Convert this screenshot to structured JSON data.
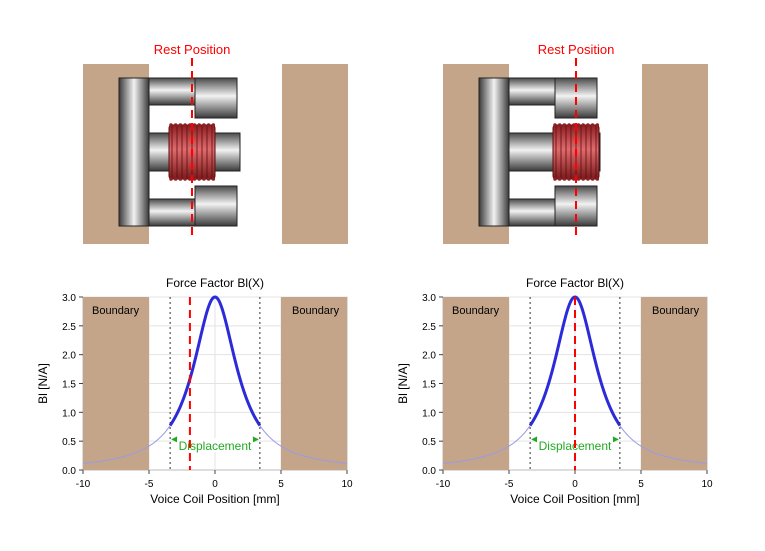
{
  "colors": {
    "boundary": "#c4a58a",
    "rest_line": "#ff0000",
    "curve": "#2b2bd9",
    "curve_tail": "#9a9ae6",
    "coil": "#c0373a",
    "displacement": "#22aa22"
  },
  "panels": [
    {
      "diagram": {
        "rest_label": "Rest Position"
      },
      "chart_data": {
        "type": "line",
        "title": "Force Factor Bl(X)",
        "xlabel": "Voice Coil Position  [mm]",
        "ylabel": "Bl [N/A]",
        "xlim": [
          -10,
          10
        ],
        "ylim": [
          0,
          3
        ],
        "xticks": [
          "-10",
          "-5",
          "0",
          "5",
          "10"
        ],
        "yticks": [
          "0.0",
          "0.5",
          "1.0",
          "1.5",
          "2.0",
          "2.5",
          "3.0"
        ],
        "curve": {
          "peak": 3.0,
          "peak_x": 0,
          "halfwidth": 2.0
        },
        "boundary_left": [
          -10,
          -5
        ],
        "boundary_right": [
          5,
          10
        ],
        "boundary_labels": [
          "Boundary",
          "Boundary"
        ],
        "rest_position_x": -1.9,
        "displacement_limits": [
          -3.4,
          3.4
        ],
        "displacement_label": "Displacement",
        "grid": true
      }
    },
    {
      "diagram": {
        "rest_label": "Rest Position"
      },
      "chart_data": {
        "type": "line",
        "title": "Force Factor Bl(X)",
        "xlabel": "Voice Coil Position  [mm]",
        "ylabel": "Bl [N/A]",
        "xlim": [
          -10,
          10
        ],
        "ylim": [
          0,
          3
        ],
        "xticks": [
          "-10",
          "-5",
          "0",
          "5",
          "10"
        ],
        "yticks": [
          "0.0",
          "0.5",
          "1.0",
          "1.5",
          "2.0",
          "2.5",
          "3.0"
        ],
        "curve": {
          "peak": 3.0,
          "peak_x": 0,
          "halfwidth": 2.0
        },
        "boundary_left": [
          -10,
          -5
        ],
        "boundary_right": [
          5,
          10
        ],
        "boundary_labels": [
          "Boundary",
          "Boundary"
        ],
        "rest_position_x": 0,
        "displacement_limits": [
          -3.4,
          3.4
        ],
        "displacement_label": "Displacement",
        "grid": true
      }
    }
  ]
}
